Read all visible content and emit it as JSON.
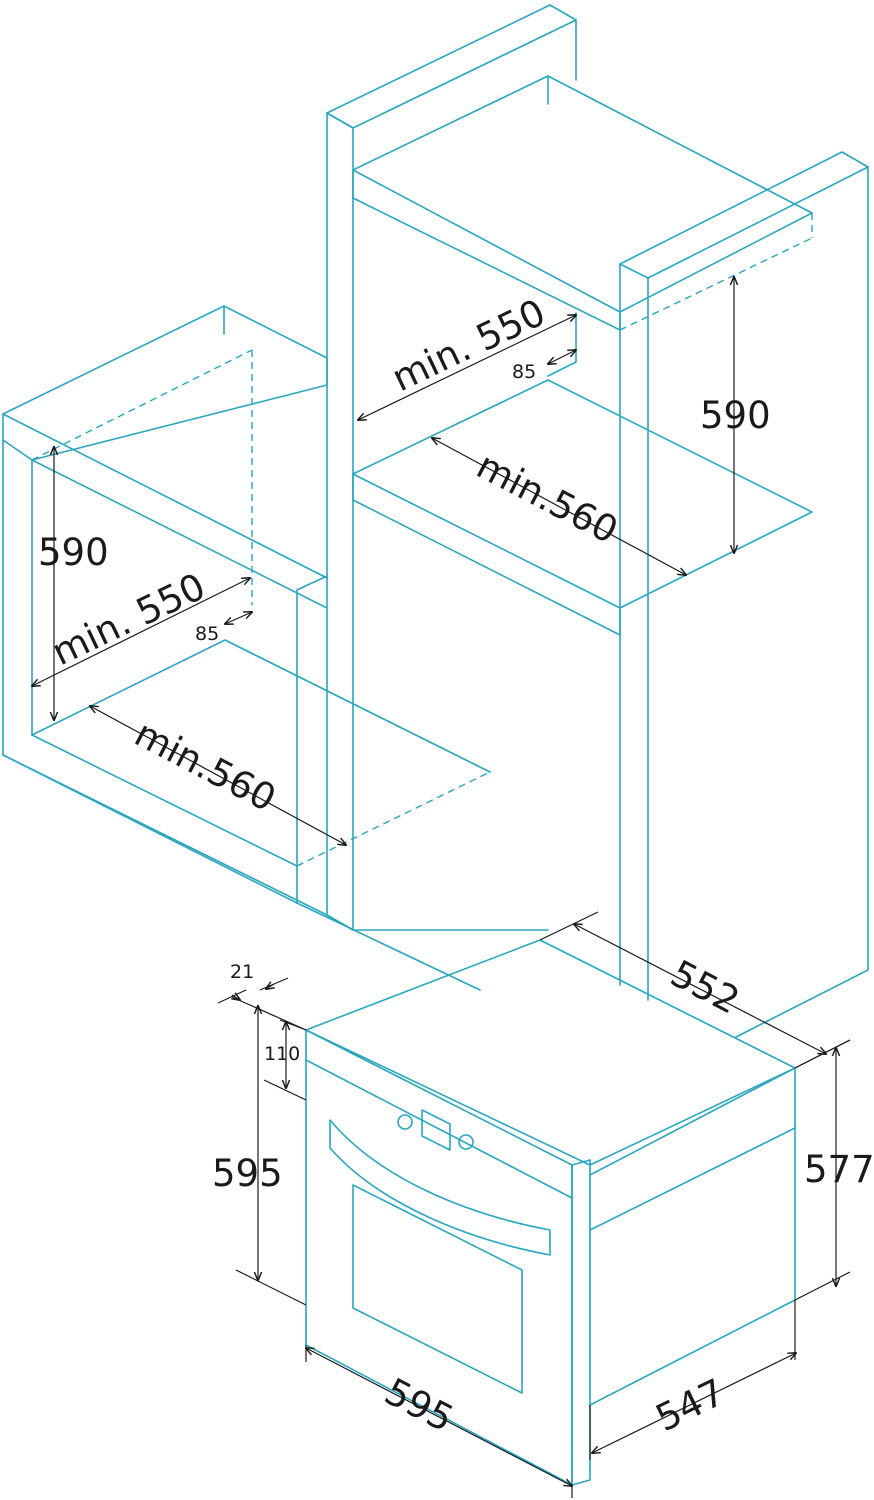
{
  "colors": {
    "line": "#2aa6bf",
    "dimension": "#1a1a1a",
    "background": "#ffffff"
  },
  "niche_undercounter": {
    "height": "590",
    "depth": "min. 550",
    "rear_gap": "85",
    "width": "min.560"
  },
  "niche_column": {
    "height": "590",
    "depth": "min. 550",
    "rear_gap": "85",
    "width": "min.560"
  },
  "oven": {
    "frame_depth": "21",
    "control_panel_height": "110",
    "front_height": "595",
    "front_width": "595",
    "body_depth": "552",
    "body_height": "577",
    "body_width": "547"
  }
}
